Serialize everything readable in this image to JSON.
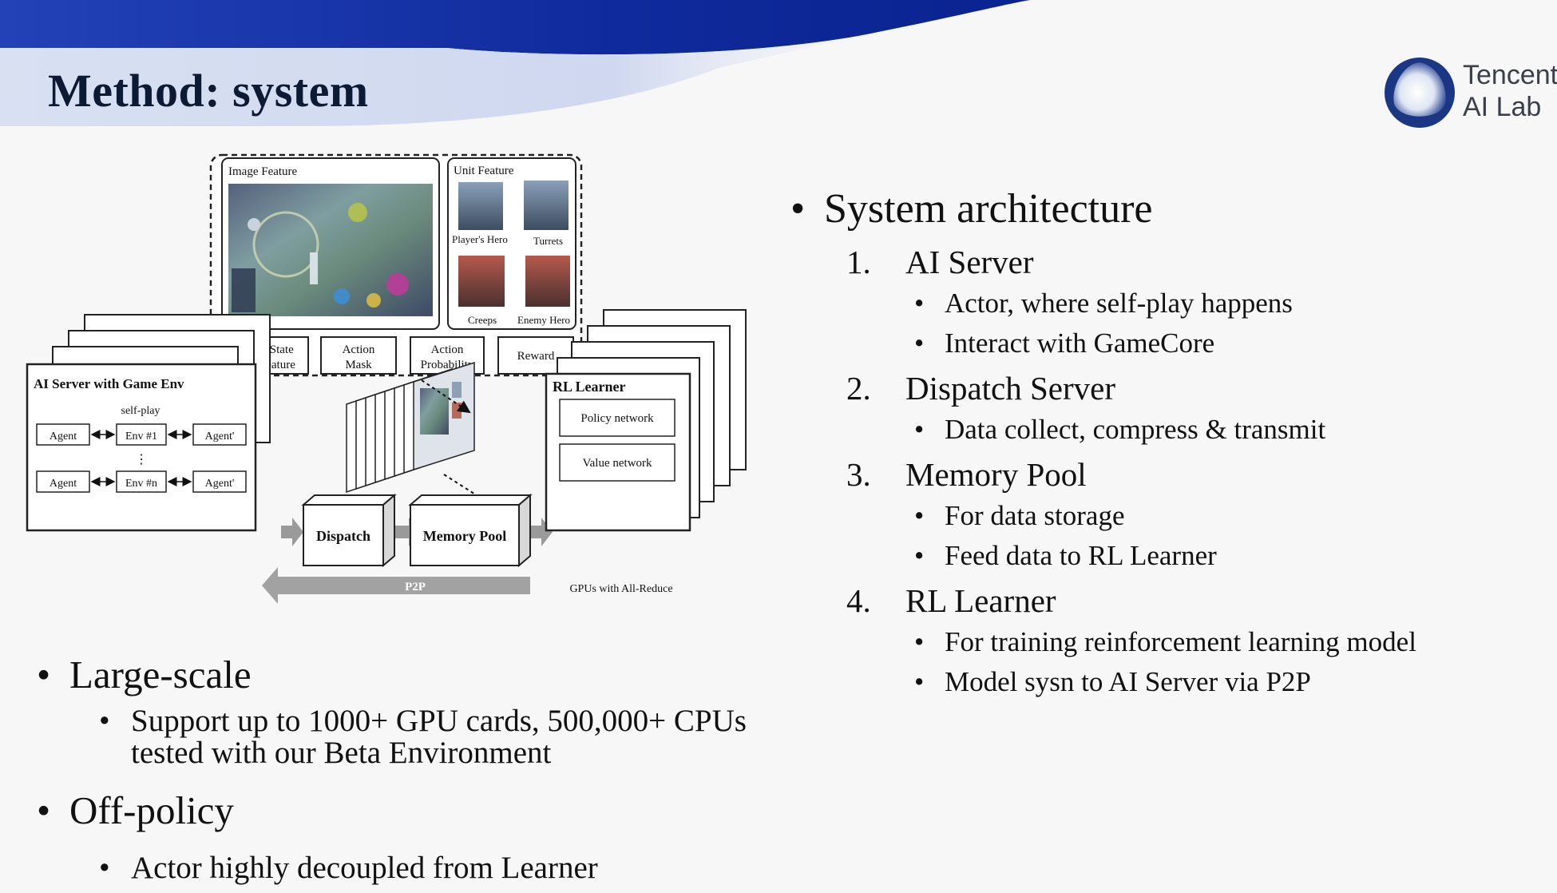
{
  "slide": {
    "title": "Method: system",
    "logo_line1": "Tencent",
    "logo_line2": "AI Lab"
  },
  "diagram": {
    "image_feature": "Image Feature",
    "unit_feature": "Unit Feature",
    "players_hero": "Player's Hero",
    "turrets": "Turrets",
    "creeps": "Creeps",
    "enemy_hero": "Enemy Hero",
    "features": [
      {
        "line1": "Game State",
        "line2": "Info Feature"
      },
      {
        "line1": "Action",
        "line2": "Mask"
      },
      {
        "line1": "Action",
        "line2": "Probability"
      },
      {
        "line1": "Reward",
        "line2": ""
      }
    ],
    "ai_server": "AI Server with Game Env",
    "self_play": "self-play",
    "agent": "Agent",
    "env_1": "Env #1",
    "env_n": "Env #n",
    "agent_prime": "Agent'",
    "ellipsis": "⋮",
    "dispatch": "Dispatch",
    "memory_pool": "Memory Pool",
    "p2p": "P2P",
    "rl_learner": "RL Learner",
    "policy_network": "Policy network",
    "value_network": "Value network",
    "gpus": "GPUs with All-Reduce"
  },
  "right": {
    "heading": "System architecture",
    "items": [
      {
        "num": "1.",
        "label": "AI Server",
        "subs": [
          "Actor, where self-play happens",
          "Interact with GameCore"
        ]
      },
      {
        "num": "2.",
        "label": "Dispatch Server",
        "subs": [
          "Data collect, compress & transmit"
        ]
      },
      {
        "num": "3.",
        "label": "Memory Pool",
        "subs": [
          "For data storage",
          "Feed data to RL Learner"
        ]
      },
      {
        "num": "4.",
        "label": "RL Learner",
        "subs": [
          "For training reinforcement learning model",
          "Model sysn to AI Server via P2P"
        ]
      }
    ]
  },
  "left": {
    "b1": "Large-scale",
    "b1_sub": "Support up to 1000+ GPU cards, 500,000+ CPUs tested with our Beta Environment",
    "b2": "Off-policy",
    "b2_sub": "Actor highly decoupled from Learner"
  },
  "colors": {
    "band_dark": "#10299e",
    "band_light": "#c9d4ee",
    "title": "#0d1a33",
    "arrow_gray": "#9a9a9a"
  }
}
